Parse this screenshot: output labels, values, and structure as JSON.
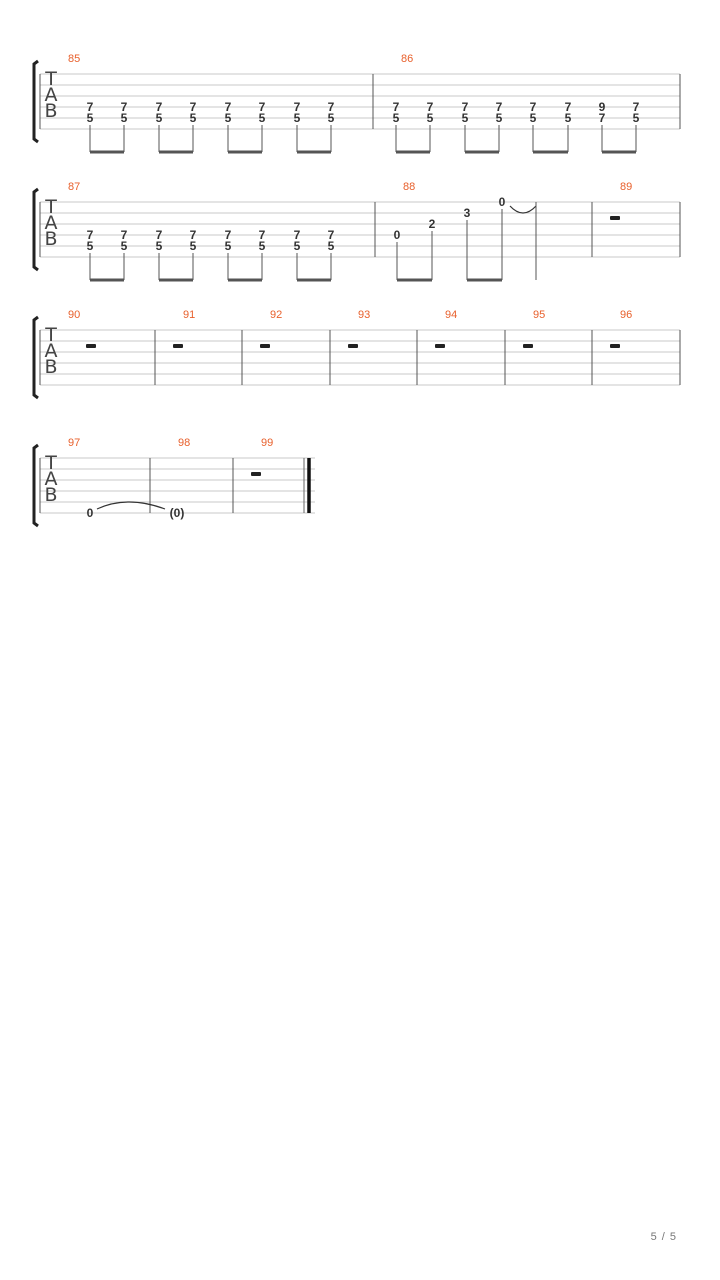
{
  "sheet": {
    "clef_letters": [
      "T",
      "A",
      "B"
    ],
    "page_number": "5 / 5",
    "colors": {
      "bar_number": "#e8602c",
      "staff_line": "#c8c8c8",
      "ink": "#333333"
    },
    "systems": [
      {
        "measures": [
          {
            "number": "85",
            "events": [
              {
                "notes": [
                  {
                    "string": 3,
                    "fret": "7"
                  },
                  {
                    "string": 4,
                    "fret": "5"
                  }
                ]
              },
              {
                "notes": [
                  {
                    "string": 3,
                    "fret": "7"
                  },
                  {
                    "string": 4,
                    "fret": "5"
                  }
                ]
              },
              {
                "notes": [
                  {
                    "string": 3,
                    "fret": "7"
                  },
                  {
                    "string": 4,
                    "fret": "5"
                  }
                ]
              },
              {
                "notes": [
                  {
                    "string": 3,
                    "fret": "7"
                  },
                  {
                    "string": 4,
                    "fret": "5"
                  }
                ]
              },
              {
                "notes": [
                  {
                    "string": 3,
                    "fret": "7"
                  },
                  {
                    "string": 4,
                    "fret": "5"
                  }
                ]
              },
              {
                "notes": [
                  {
                    "string": 3,
                    "fret": "7"
                  },
                  {
                    "string": 4,
                    "fret": "5"
                  }
                ]
              },
              {
                "notes": [
                  {
                    "string": 3,
                    "fret": "7"
                  },
                  {
                    "string": 4,
                    "fret": "5"
                  }
                ]
              },
              {
                "notes": [
                  {
                    "string": 3,
                    "fret": "7"
                  },
                  {
                    "string": 4,
                    "fret": "5"
                  }
                ]
              }
            ],
            "beams": [
              [
                0,
                1
              ],
              [
                2,
                3
              ],
              [
                4,
                5
              ],
              [
                6,
                7
              ]
            ]
          },
          {
            "number": "86",
            "events": [
              {
                "notes": [
                  {
                    "string": 3,
                    "fret": "7"
                  },
                  {
                    "string": 4,
                    "fret": "5"
                  }
                ]
              },
              {
                "notes": [
                  {
                    "string": 3,
                    "fret": "7"
                  },
                  {
                    "string": 4,
                    "fret": "5"
                  }
                ]
              },
              {
                "notes": [
                  {
                    "string": 3,
                    "fret": "7"
                  },
                  {
                    "string": 4,
                    "fret": "5"
                  }
                ]
              },
              {
                "notes": [
                  {
                    "string": 3,
                    "fret": "7"
                  },
                  {
                    "string": 4,
                    "fret": "5"
                  }
                ]
              },
              {
                "notes": [
                  {
                    "string": 3,
                    "fret": "7"
                  },
                  {
                    "string": 4,
                    "fret": "5"
                  }
                ]
              },
              {
                "notes": [
                  {
                    "string": 3,
                    "fret": "7"
                  },
                  {
                    "string": 4,
                    "fret": "5"
                  }
                ]
              },
              {
                "notes": [
                  {
                    "string": 3,
                    "fret": "9"
                  },
                  {
                    "string": 4,
                    "fret": "7"
                  }
                ]
              },
              {
                "notes": [
                  {
                    "string": 3,
                    "fret": "7"
                  },
                  {
                    "string": 4,
                    "fret": "5"
                  }
                ]
              }
            ],
            "beams": [
              [
                0,
                1
              ],
              [
                2,
                3
              ],
              [
                4,
                5
              ],
              [
                6,
                7
              ]
            ]
          }
        ]
      },
      {
        "measures": [
          {
            "number": "87",
            "events": [
              {
                "notes": [
                  {
                    "string": 3,
                    "fret": "7"
                  },
                  {
                    "string": 4,
                    "fret": "5"
                  }
                ]
              },
              {
                "notes": [
                  {
                    "string": 3,
                    "fret": "7"
                  },
                  {
                    "string": 4,
                    "fret": "5"
                  }
                ]
              },
              {
                "notes": [
                  {
                    "string": 3,
                    "fret": "7"
                  },
                  {
                    "string": 4,
                    "fret": "5"
                  }
                ]
              },
              {
                "notes": [
                  {
                    "string": 3,
                    "fret": "7"
                  },
                  {
                    "string": 4,
                    "fret": "5"
                  }
                ]
              },
              {
                "notes": [
                  {
                    "string": 3,
                    "fret": "7"
                  },
                  {
                    "string": 4,
                    "fret": "5"
                  }
                ]
              },
              {
                "notes": [
                  {
                    "string": 3,
                    "fret": "7"
                  },
                  {
                    "string": 4,
                    "fret": "5"
                  }
                ]
              },
              {
                "notes": [
                  {
                    "string": 3,
                    "fret": "7"
                  },
                  {
                    "string": 4,
                    "fret": "5"
                  }
                ]
              },
              {
                "notes": [
                  {
                    "string": 3,
                    "fret": "7"
                  },
                  {
                    "string": 4,
                    "fret": "5"
                  }
                ]
              }
            ],
            "beams": [
              [
                0,
                1
              ],
              [
                2,
                3
              ],
              [
                4,
                5
              ],
              [
                6,
                7
              ]
            ]
          },
          {
            "number": "88",
            "events": [
              {
                "notes": [
                  {
                    "string": 3,
                    "fret": "0"
                  }
                ]
              },
              {
                "notes": [
                  {
                    "string": 2,
                    "fret": "2"
                  }
                ]
              },
              {
                "notes": [
                  {
                    "string": 1,
                    "fret": "3"
                  }
                ]
              },
              {
                "notes": [
                  {
                    "string": 0,
                    "fret": "0"
                  }
                ],
                "tie_out": true
              }
            ],
            "beams": [
              [
                0,
                1
              ],
              [
                2,
                3
              ]
            ]
          },
          {
            "number": "89",
            "rest": true
          }
        ]
      },
      {
        "measures": [
          {
            "number": "90",
            "rest": true
          },
          {
            "number": "91",
            "rest": true
          },
          {
            "number": "92",
            "rest": true
          },
          {
            "number": "93",
            "rest": true
          },
          {
            "number": "94",
            "rest": true
          },
          {
            "number": "95",
            "rest": true
          },
          {
            "number": "96",
            "rest": true
          }
        ]
      },
      {
        "measures": [
          {
            "number": "97",
            "events": [
              {
                "notes": [
                  {
                    "string": 5,
                    "fret": "0"
                  }
                ],
                "tie_out": true
              }
            ]
          },
          {
            "number": "98",
            "events": [
              {
                "notes": [
                  {
                    "string": 5,
                    "fret": "(0)"
                  }
                ]
              }
            ]
          },
          {
            "number": "99",
            "rest": true,
            "final": true
          }
        ]
      }
    ]
  }
}
